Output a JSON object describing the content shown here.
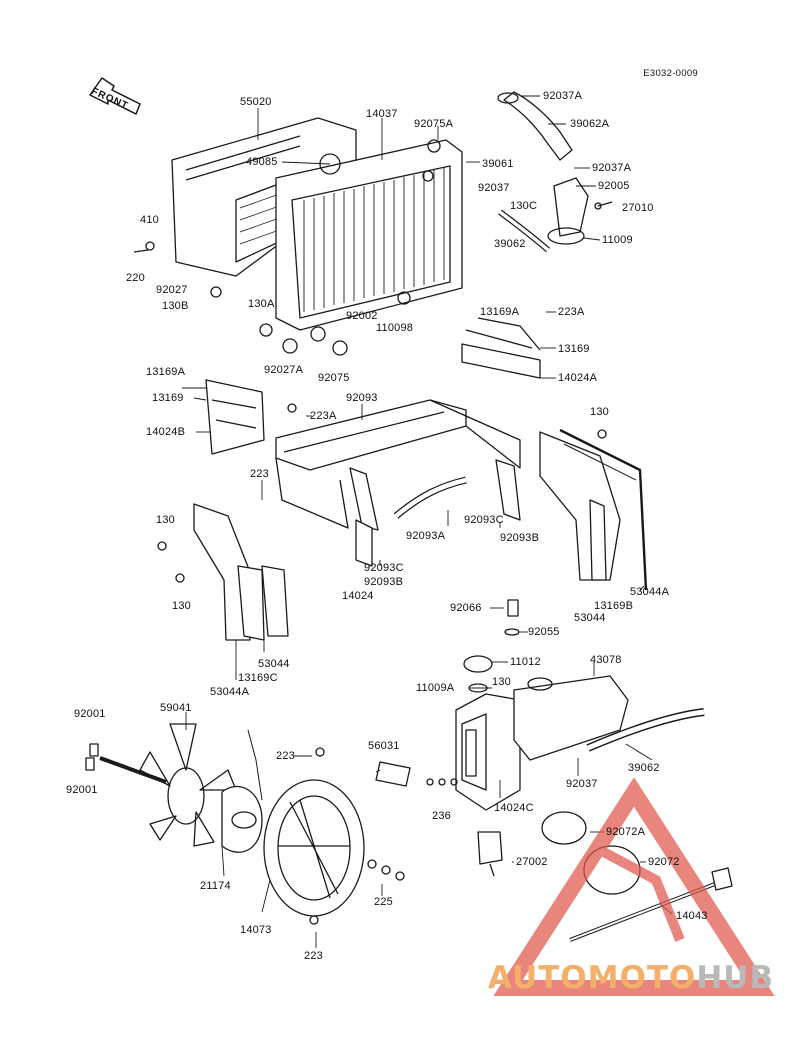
{
  "diagram": {
    "drawing_code": "E3032-0009",
    "front_label": "FRONT",
    "parts": {
      "p55020": "55020",
      "p14037": "14037",
      "p92075A": "92075A",
      "p39061": "39061",
      "p49085": "49085",
      "p92037A_top": "92037A",
      "p39062A": "39062A",
      "p92037A_mid": "92037A",
      "p92005": "92005",
      "p92037_top": "92037",
      "p130C_top": "130C",
      "p27010": "27010",
      "p39062_top": "39062",
      "p11009": "11009",
      "p410": "410",
      "p220": "220",
      "p92027": "92027",
      "p130B": "130B",
      "p130A": "130A",
      "p92027A": "92027A",
      "p92002": "92002",
      "p110098": "110098",
      "p92075": "92075",
      "p13169A_r": "13169A",
      "p223A_r": "223A",
      "p13169_r": "13169",
      "p14024A": "14024A",
      "p13169A_l": "13169A",
      "p13169_l": "13169",
      "p223A_l": "223A",
      "p92093": "92093",
      "p14024B": "14024B",
      "p130_r": "130",
      "p223_mid": "223",
      "p92093A": "92093A",
      "p92093C_r": "92093C",
      "p92093B_r": "92093B",
      "p130_l1": "130",
      "p130_l2": "130",
      "p92093C_l": "92093C",
      "p92093B_l": "92093B",
      "p14024_mid": "14024",
      "p53044A_r": "53044A",
      "p53044_r": "53044",
      "p13169B": "13169B",
      "p92066": "92066",
      "p92055": "92055",
      "p53044_l": "53044",
      "p13169C": "13169C",
      "p53044A_l": "53044A",
      "p11012": "11012",
      "p43078": "43078",
      "p11009A": "11009A",
      "p130_tank": "130",
      "p92001_a": "92001",
      "p59041": "59041",
      "p92001_b": "92001",
      "p223_fan": "223",
      "p56031": "56031",
      "p92037_tank": "92037",
      "p39062_tank": "39062",
      "p236": "236",
      "p14024C": "14024C",
      "p92072A": "92072A",
      "p92072": "92072",
      "p27002": "27002",
      "p21174": "21174",
      "p225": "225",
      "p14073": "14073",
      "p223_bot": "223",
      "p14043": "14043"
    }
  },
  "watermark": {
    "part1": "AUTOMOTO",
    "part2": "HUB"
  },
  "colors": {
    "line": "#1a1a1a",
    "watermark_red": "#e0574a",
    "watermark_orange": "#f4b06a",
    "watermark_gray": "#b9b9b9"
  },
  "icons": [
    "front-arrow-icon",
    "watermark-triangle-icon"
  ]
}
